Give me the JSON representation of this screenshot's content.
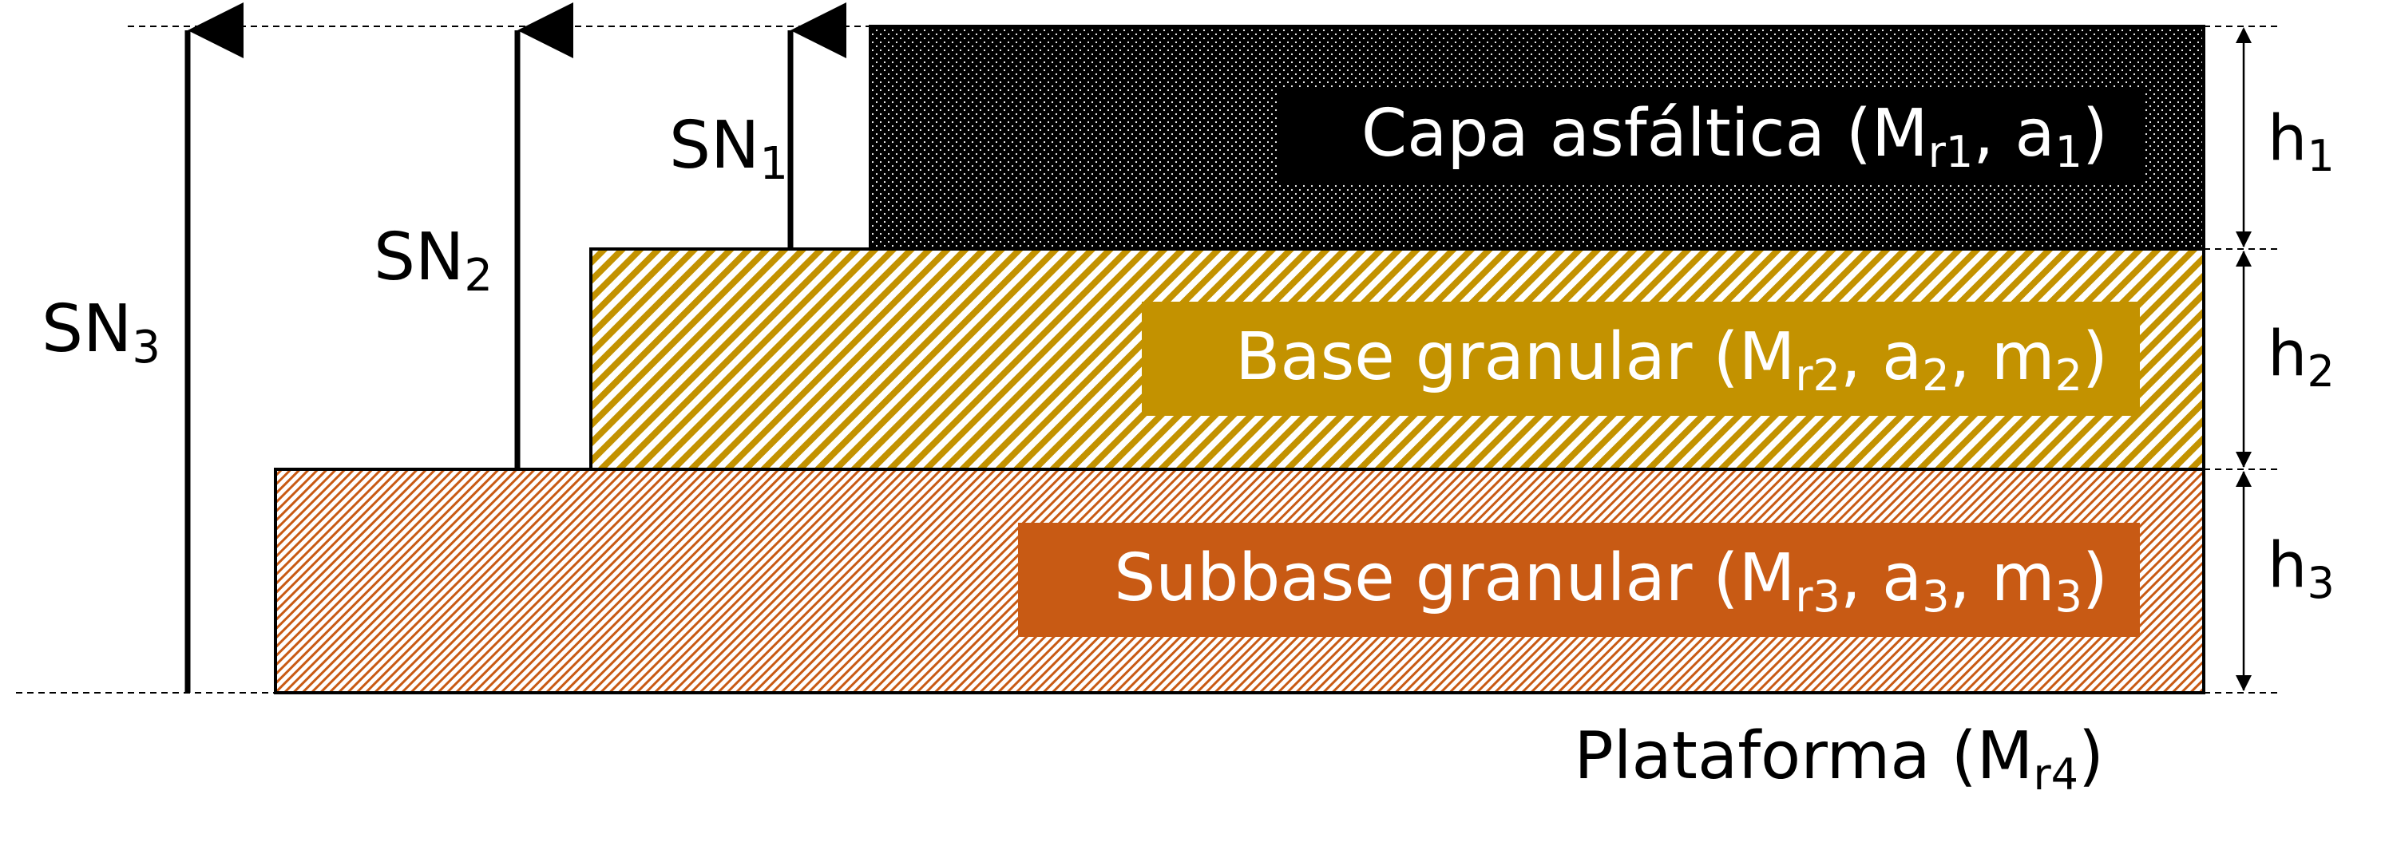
{
  "colors": {
    "asphalt": "#000000",
    "base": "#c39200",
    "subbase": "#c85a14",
    "text_dark": "#000000",
    "text_light": "#ffffff"
  },
  "layers": [
    {
      "name": "Capa asfáltica (",
      "sub1": "r1",
      "mid": ", a",
      "sub2": "1",
      "tail": ")",
      "m": "M",
      "m2": "",
      "sub3": ""
    },
    {
      "name": "Base granular (",
      "sub1": "r2",
      "mid": ", a",
      "sub2": "2",
      "tail": ", m",
      "m": "M",
      "m2": "2",
      "sub3": ")"
    },
    {
      "name": "Subbase granular (",
      "sub1": "r3",
      "mid": ", a",
      "sub2": "3",
      "tail": ", m",
      "m": "M",
      "m2": "3",
      "sub3": ")"
    }
  ],
  "sn_labels": [
    {
      "base": "SN",
      "sub": "1"
    },
    {
      "base": "SN",
      "sub": "2"
    },
    {
      "base": "SN",
      "sub": "3"
    }
  ],
  "h_labels": [
    {
      "base": "h",
      "sub": "1"
    },
    {
      "base": "h",
      "sub": "2"
    },
    {
      "base": "h",
      "sub": "3"
    }
  ],
  "platform": {
    "text": "Plataforma (M",
    "sub": "r4",
    "tail": ")"
  }
}
